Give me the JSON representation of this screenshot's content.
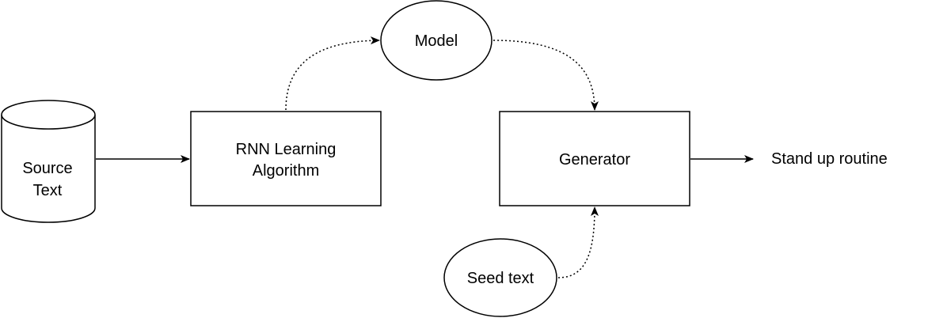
{
  "diagram": {
    "nodes": {
      "source": {
        "line1": "Source",
        "line2": "Text"
      },
      "rnn": {
        "line1": "RNN Learning",
        "line2": "Algorithm"
      },
      "model": {
        "label": "Model"
      },
      "generator": {
        "label": "Generator"
      },
      "seed": {
        "label": "Seed text"
      },
      "output": {
        "label": "Stand up routine"
      }
    },
    "edges": [
      {
        "from": "Source Text",
        "to": "RNN Learning Algorithm",
        "style": "solid"
      },
      {
        "from": "RNN Learning Algorithm",
        "to": "Model",
        "style": "dotted"
      },
      {
        "from": "Model",
        "to": "Generator",
        "style": "dotted"
      },
      {
        "from": "Seed text",
        "to": "Generator",
        "style": "dotted"
      },
      {
        "from": "Generator",
        "to": "Stand up routine",
        "style": "solid"
      }
    ],
    "colors": {
      "stroke": "#000000",
      "fill": "#ffffff"
    }
  }
}
